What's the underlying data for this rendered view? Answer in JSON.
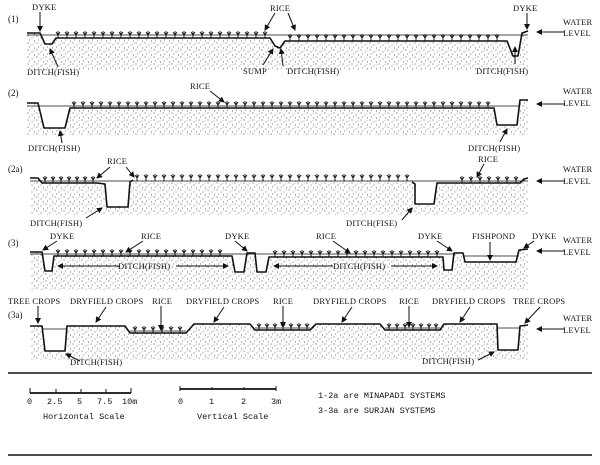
{
  "sections": [
    {
      "id": "1",
      "label": "(1)",
      "labels": {
        "dyke_left": "DYKE",
        "rice": "RICE",
        "dyke_right": "DYKE",
        "ditch_left": "DITCH(FISH)",
        "sump": "SUMP",
        "ditch_mid": "DITCH(FISH)",
        "ditch_right": "DITCH(FISH)",
        "water_level_1": "WATER",
        "water_level_2": "LEVEL"
      }
    },
    {
      "id": "2",
      "label": "(2)",
      "labels": {
        "rice": "RICE",
        "ditch_left": "DITCH(FISH)",
        "ditch_right": "DITCH(FISH)",
        "water_level_1": "WATER",
        "water_level_2": "LEVEL"
      }
    },
    {
      "id": "2a",
      "label": "(2a)",
      "labels": {
        "rice_left": "RICE",
        "rice_right": "RICE",
        "ditch_left": "DITCH(FISH)",
        "ditch_right": "DITCH(FISE)",
        "water_level_1": "WATER",
        "water_level_2": "LEVEL"
      }
    },
    {
      "id": "3",
      "label": "(3)",
      "labels": {
        "dyke_left": "DYKE",
        "rice_left": "RICE",
        "dyke_mid": "DYKE",
        "rice_right": "RICE",
        "dyke_right": "DYKE",
        "fishpond": "FISHPOND",
        "dyke_far_right": "DYKE",
        "ditch_left": "DITCH(FISH)",
        "ditch_right": "DITCH(FISH)",
        "water_level_1": "WATER",
        "water_level_2": "LEVEL"
      }
    },
    {
      "id": "3a",
      "label": "(3a)",
      "labels": {
        "tree_crops_left": "TREE CROPS",
        "dryfield_1": "DRYFIELD CROPS",
        "rice_1": "RICE",
        "dryfield_2": "DRYFIELD CROPS",
        "rice_2": "RICE",
        "dryfield_3": "DRYFIELD CROPS",
        "rice_3": "RICE",
        "dryfield_4": "DRYFIELD CROPS",
        "tree_crops_right": "TREE CROPS",
        "ditch_left": "DITCH(FISH)",
        "ditch_right": "DITCH(FISH)",
        "water_level_1": "WATER",
        "water_level_2": "LEVEL"
      }
    }
  ],
  "legend": {
    "horizontal_scale": {
      "ticks": [
        "0",
        "2.5",
        "5",
        "7.5",
        "10m"
      ],
      "title": "Horizontal Scale"
    },
    "vertical_scale": {
      "ticks": [
        "0",
        "1",
        "2",
        "3m"
      ],
      "title": "Vertical Scale"
    },
    "notes": [
      "1-2a are MINAPADI SYSTEMS",
      "3-3a are SURJAN SYSTEMS"
    ]
  }
}
